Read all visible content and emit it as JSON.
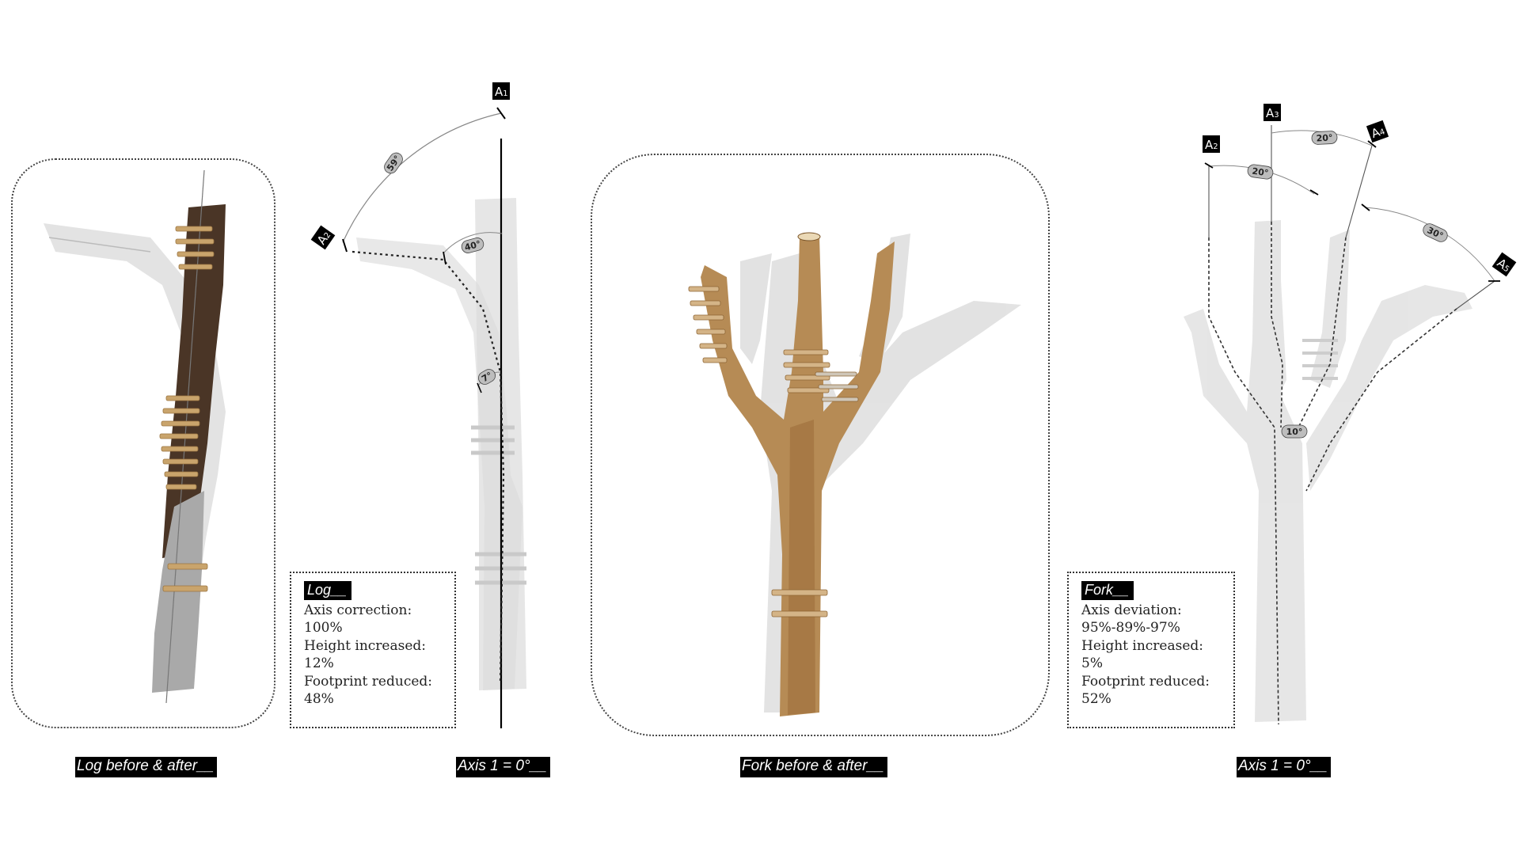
{
  "log_panel": {
    "caption": "Log before & after__",
    "info_tag": "Log__",
    "axis_correction_label": "Axis correction:",
    "axis_correction_value": "100%",
    "height_label": "Height increased:",
    "height_value": "12%",
    "footprint_label": "Footprint reduced:",
    "footprint_value": "48%",
    "axis_caption": "Axis 1 =  0°__",
    "axes": [
      {
        "label": "A",
        "sub": "1"
      },
      {
        "label": "A",
        "sub": "2"
      }
    ],
    "angles": [
      "59°",
      "40°",
      "7°"
    ]
  },
  "fork_panel": {
    "caption": "Fork before & after__",
    "info_tag": "Fork__",
    "axis_deviation_label": "Axis deviation:",
    "axis_deviation_value": "95%-89%-97%",
    "height_label": "Height increased:",
    "height_value": "5%",
    "footprint_label": "Footprint reduced:",
    "footprint_value": "52%",
    "axis_caption": "Axis 1 =  0°__",
    "axes": [
      {
        "label": "A",
        "sub": "2"
      },
      {
        "label": "A",
        "sub": "3"
      },
      {
        "label": "A",
        "sub": "4"
      },
      {
        "label": "A",
        "sub": "5"
      }
    ],
    "angles": [
      "20°",
      "20°",
      "30°",
      "10°"
    ]
  },
  "colors": {
    "bark_dark": "#4a3526",
    "wood_light": "#c09a63",
    "wood_mid": "#a77a45",
    "ghost": "#d9d9d9",
    "label_bg": "#000000"
  }
}
